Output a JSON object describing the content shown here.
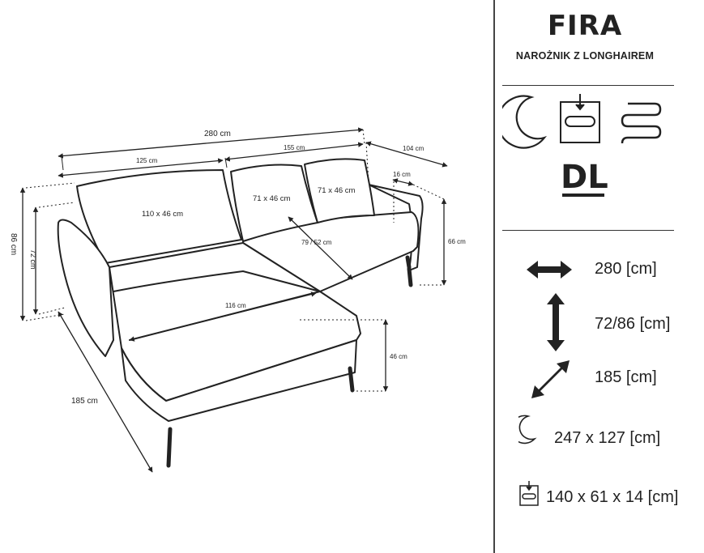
{
  "product": {
    "name": "FIRA",
    "type": "NAROŻNIK Z LONGHAIREM"
  },
  "features": [
    {
      "icon": "moon-icon"
    },
    {
      "icon": "storage-container-icon"
    },
    {
      "icon": "zigzag-spring-icon"
    },
    {
      "icon": "dl-mechanism-icon",
      "label": "DL"
    }
  ],
  "specs": {
    "width": {
      "icon": "horizontal-arrow-icon",
      "text": "280 [cm]"
    },
    "height": {
      "icon": "vertical-arrow-icon",
      "text": "72/86 [cm]"
    },
    "depth": {
      "icon": "diagonal-arrow-icon",
      "text": "185 [cm]"
    },
    "sleep_area": {
      "icon": "moon-icon",
      "text": "247 x 127 [cm]"
    },
    "storage": {
      "icon": "storage-container-icon",
      "text": "140 x 61 x 14 [cm]"
    }
  },
  "drawing": {
    "total_width": "280 cm",
    "left_width": "125 cm",
    "right_width": "155 cm",
    "arm_depth": "104 cm",
    "arm_width": "16 cm",
    "cushion_large": "110 x 46 cm",
    "cushion_mid": "71 x 46 cm",
    "cushion_right": "71 x 46 cm",
    "seat_depth": "79 / 52 cm",
    "longhair_width": "116 cm",
    "seat_height": "46 cm",
    "arm_height": "66 cm",
    "back_height": "72 cm",
    "total_height": "86 cm",
    "longhair_length": "185 cm"
  }
}
